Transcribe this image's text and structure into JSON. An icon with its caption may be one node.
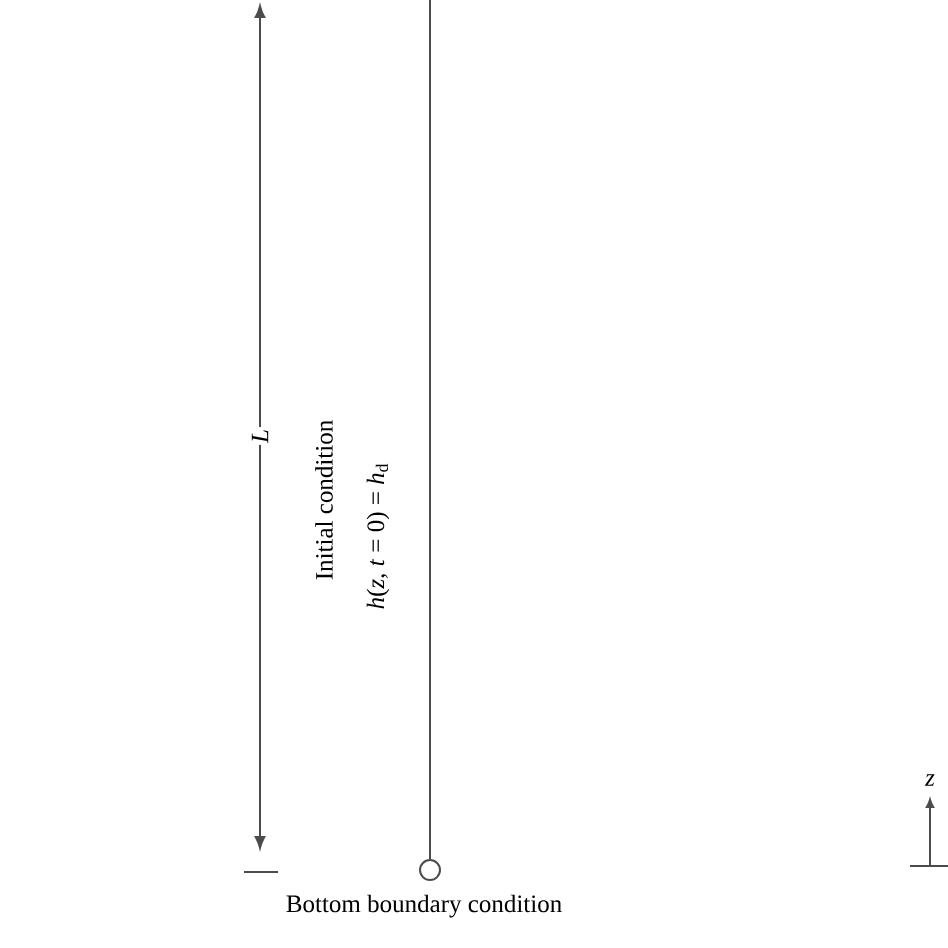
{
  "diagram": {
    "labels": [
      "L",
      "Initial condition",
      "*h*(*z*, *t* = 0) = *h*$_{d}$",
      "Bottom boundary condition",
      "z"
    ]
  }
}
